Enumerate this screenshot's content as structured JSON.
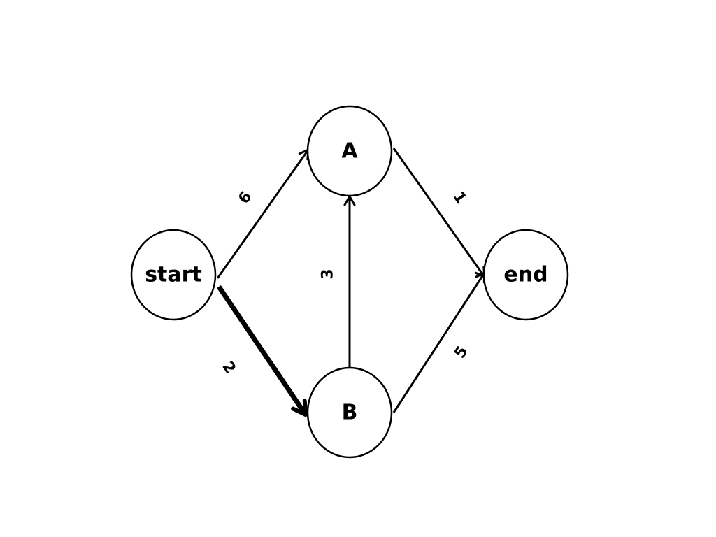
{
  "graph": {
    "nodes": [
      {
        "id": "start",
        "label": "start"
      },
      {
        "id": "A",
        "label": "A"
      },
      {
        "id": "B",
        "label": "B"
      },
      {
        "id": "end",
        "label": "end"
      }
    ],
    "edges": [
      {
        "from": "start",
        "to": "A",
        "weight": "6",
        "highlighted": false
      },
      {
        "from": "start",
        "to": "B",
        "weight": "2",
        "highlighted": true
      },
      {
        "from": "B",
        "to": "A",
        "weight": "3",
        "highlighted": false
      },
      {
        "from": "A",
        "to": "end",
        "weight": "1",
        "highlighted": false
      },
      {
        "from": "B",
        "to": "end",
        "weight": "5",
        "highlighted": false
      }
    ],
    "colors": {
      "stroke": "#000000",
      "node_fill": "#ffffff",
      "background": "#ffffff"
    }
  }
}
